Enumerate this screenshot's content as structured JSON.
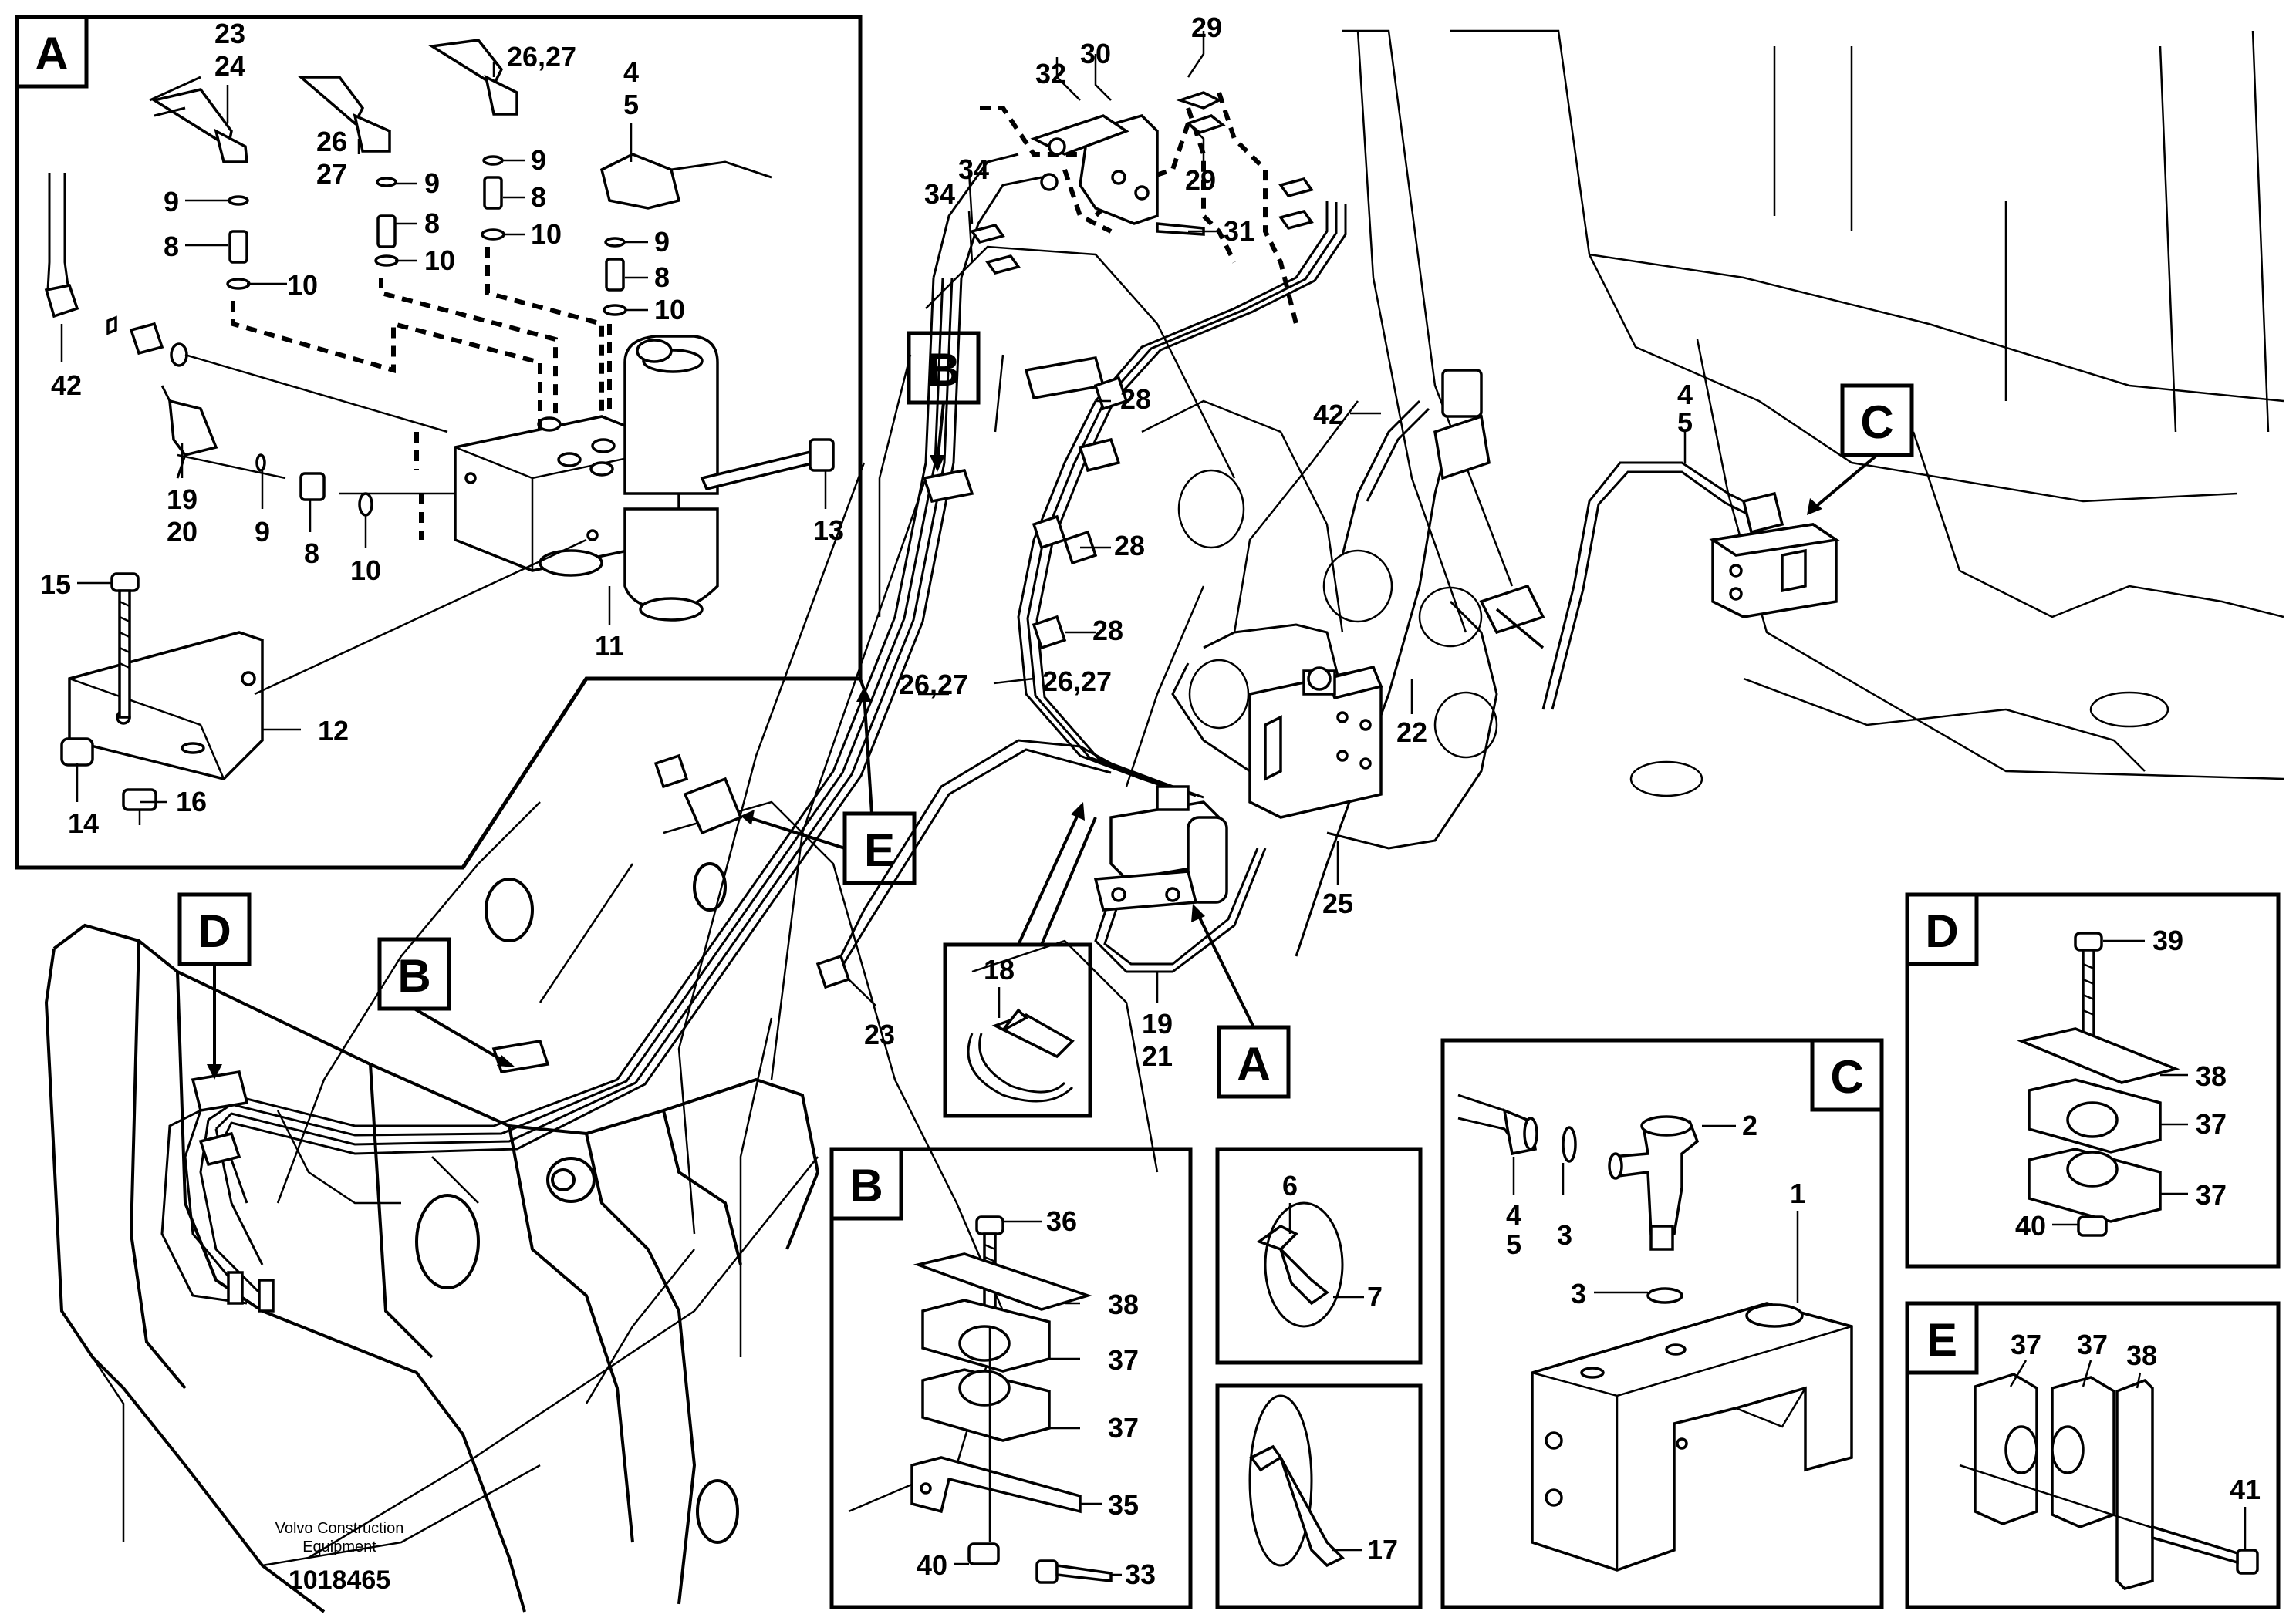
{
  "diagram": {
    "footer": {
      "company_line1": "Volvo Construction",
      "company_line2": "Equipment",
      "drawing_number": "1018465"
    },
    "section_labels": [
      "A",
      "B",
      "C",
      "D",
      "E"
    ],
    "callouts": {
      "n1": "1",
      "n2": "2",
      "n3": "3",
      "n4": "4",
      "n5": "5",
      "n6": "6",
      "n7": "7",
      "n8": "8",
      "n9": "9",
      "n10": "10",
      "n11": "11",
      "n12": "12",
      "n13": "13",
      "n14": "14",
      "n15": "15",
      "n16": "16",
      "n17": "17",
      "n18": "18",
      "n19": "19",
      "n20": "20",
      "n21": "21",
      "n22": "22",
      "n23": "23",
      "n24": "24",
      "n25": "25",
      "n26": "26",
      "n27": "27",
      "n26_27": "26,27",
      "n28": "28",
      "n29": "29",
      "n30": "30",
      "n31": "31",
      "n32": "32",
      "n33": "33",
      "n34": "34",
      "n35": "35",
      "n36": "36",
      "n37": "37",
      "n38": "38",
      "n39": "39",
      "n40": "40",
      "n41": "41",
      "n42": "42"
    }
  }
}
